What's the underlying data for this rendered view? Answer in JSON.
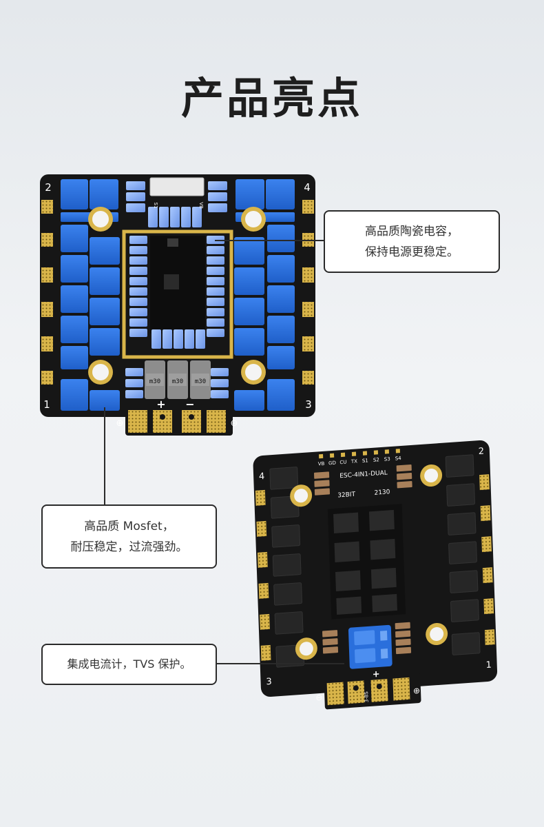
{
  "page": {
    "title": "产品亮点"
  },
  "callouts": {
    "capacitor": {
      "line1": "高品质陶瓷电容，",
      "line2": "保持电源更稳定。"
    },
    "mosfet": {
      "line1": "高品质 Mosfet，",
      "line2": "耐压稳定，过流强劲。"
    },
    "meter": {
      "line1": "集成电流计，TVS 保护。"
    }
  },
  "board_top": {
    "corner_labels": [
      "2",
      "4",
      "1",
      "3"
    ],
    "plus": "+",
    "minus": "−",
    "pos_symbol": "⊕",
    "neg_symbol": "⊖",
    "inductor_label": "m30",
    "pin_label_left": "S1",
    "pin_label_right": "VB"
  },
  "board_bottom": {
    "corner_labels": [
      "4",
      "2",
      "3",
      "1"
    ],
    "pin_labels": [
      "VB",
      "GD",
      "CU",
      "TX",
      "S1",
      "S2",
      "S3",
      "S4"
    ],
    "model": "ESC-4IN1-DUAL",
    "spec_left": "32BIT",
    "spec_right": "2130",
    "voltage": "3-8S",
    "plus": "+",
    "pos_symbol": "⊕",
    "neg_symbol": "⊖"
  },
  "colors": {
    "pcb": "#161616",
    "blue": "#2a6fdc",
    "gold": "#d9b54a",
    "text": "#1e1e1e"
  }
}
